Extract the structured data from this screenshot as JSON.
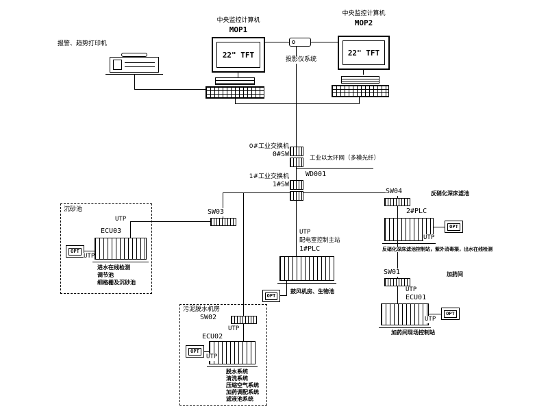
{
  "diagram": {
    "workstation1": {
      "title": "中央监控计算机",
      "name": "MOP1",
      "screen": "22\" TFT"
    },
    "workstation2": {
      "title": "中央监控计算机",
      "name": "MOP2",
      "screen": "22\" TFT"
    },
    "printer": {
      "label": "报警、趋势打印机"
    },
    "projector": {
      "label": "投影仪系统"
    },
    "switch0": {
      "title": "0#工业交换机",
      "name": "0#SW"
    },
    "switch1": {
      "title": "1#工业交换机",
      "name": "1#SW"
    },
    "ring": {
      "label": "工业以太环网（多模光纤）",
      "code": "WD001"
    },
    "sw03": {
      "name": "SW03"
    },
    "sw04": {
      "name": "SW04",
      "area": "反硝化深床滤池"
    },
    "sw01": {
      "name": "SW01",
      "area": "加药间"
    },
    "sw02": {
      "name": "SW02"
    },
    "plc1": {
      "utp": "UTP",
      "title": "配电室控制主站",
      "name": "1#PLC",
      "opt": "OPT",
      "caption": "鼓风机房、生物池"
    },
    "plc2": {
      "name": "2#PLC",
      "opt": "OPT",
      "utp": "UTP",
      "caption": "反硝化深床滤池控制站，紫外消毒渠，出水在线检测"
    },
    "ecu01": {
      "utp_top": "UTP",
      "name": "ECU01",
      "opt": "OPT",
      "utp_side": "UTP",
      "caption": "加药间现场控制站"
    },
    "ecu03": {
      "zone": "沉砂池",
      "utp_top": "UTP",
      "name": "ECU03",
      "opt": "OPT",
      "utp_side": "UTP",
      "captions": [
        "进水在线检测",
        "调节池",
        "细格栅及沉砂池"
      ]
    },
    "ecu02": {
      "zone": "污泥脱水机房",
      "utp_top": "UTP",
      "name": "ECU02",
      "opt": "OPT",
      "utp_side": "UTP",
      "captions": [
        "脱水系统",
        "清洗系统",
        "压缩空气系统",
        "加药调配系统",
        "滤液池系统"
      ]
    }
  }
}
